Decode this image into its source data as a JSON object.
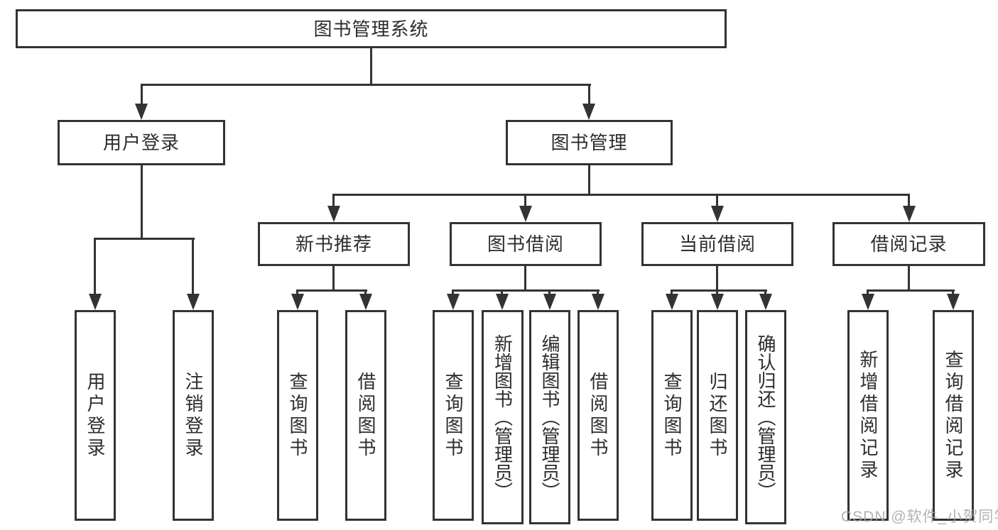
{
  "tree": {
    "label": "图书管理系统",
    "children": [
      {
        "label": "用户登录",
        "children": [
          {
            "label": "用户登录"
          },
          {
            "label": "注销登录"
          }
        ]
      },
      {
        "label": "图书管理",
        "children": [
          {
            "label": "新书推荐",
            "children": [
              {
                "label": "查询图书"
              },
              {
                "label": "借阅图书"
              }
            ]
          },
          {
            "label": "图书借阅",
            "children": [
              {
                "label": "查询图书"
              },
              {
                "label": "新增图书（管理员）"
              },
              {
                "label": "编辑图书（管理员）"
              },
              {
                "label": "借阅图书"
              }
            ]
          },
          {
            "label": "当前借阅",
            "children": [
              {
                "label": "查询图书"
              },
              {
                "label": "归还图书"
              },
              {
                "label": "确认归还（管理员）"
              }
            ]
          },
          {
            "label": "借阅记录",
            "children": [
              {
                "label": "新增借阅记录"
              },
              {
                "label": "查询借阅记录"
              }
            ]
          }
        ]
      }
    ]
  },
  "watermark": "CSDN @软件_小贺同学",
  "colors": {
    "line": "#333333",
    "text": "#2d2d2d",
    "background": "#ffffff",
    "watermark": "#a6a6a6"
  }
}
